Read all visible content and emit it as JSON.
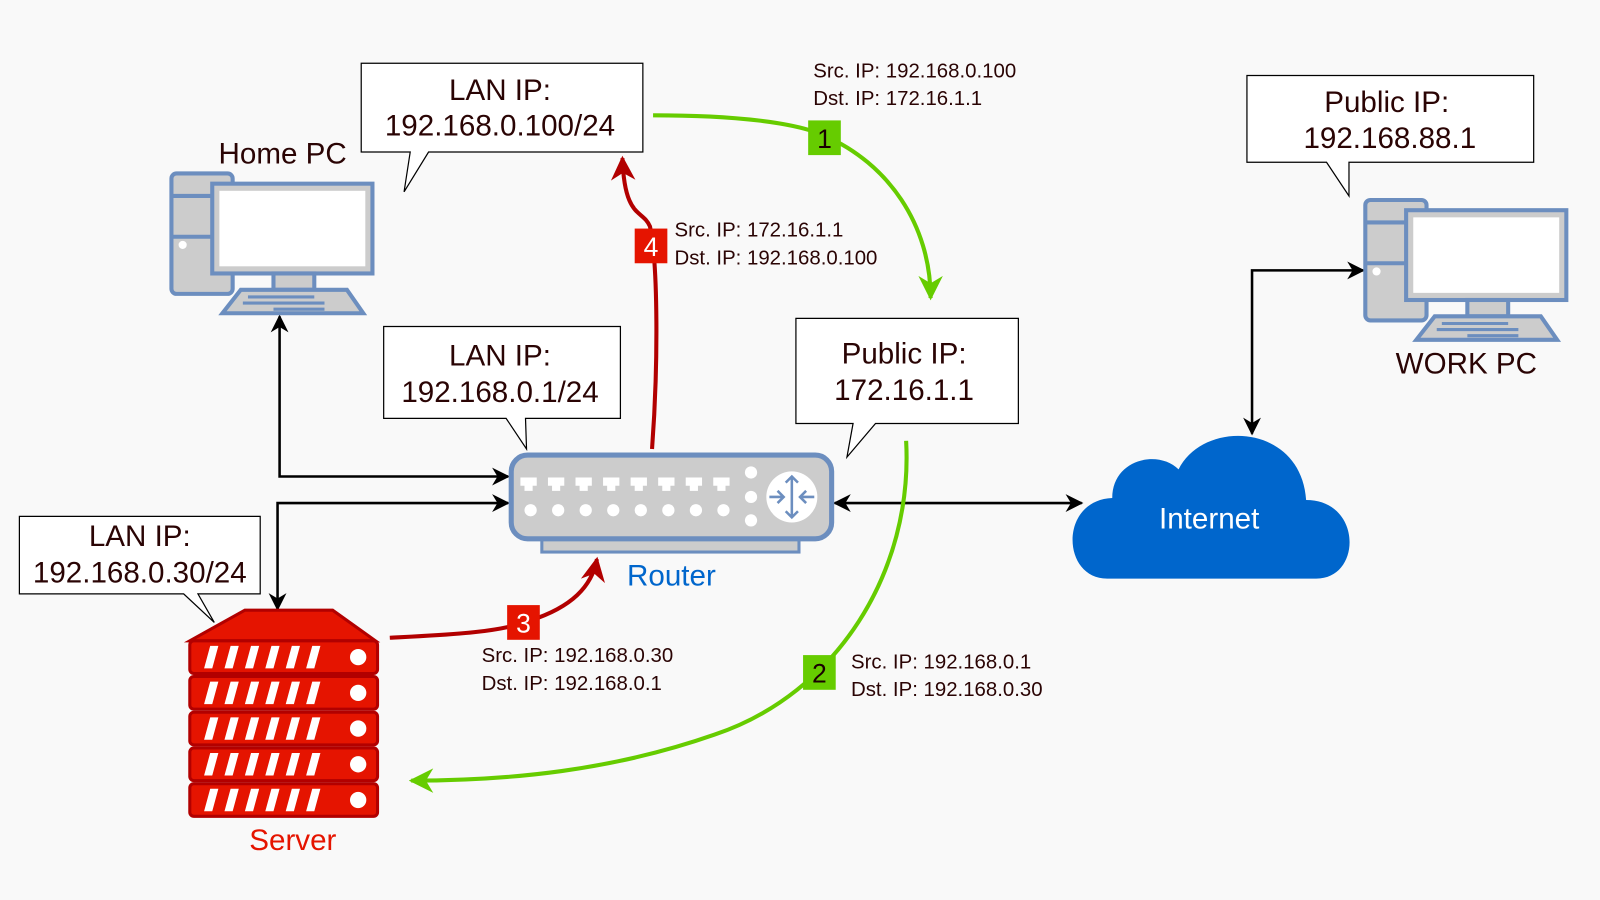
{
  "nodes": {
    "home_pc": {
      "label": "Home PC",
      "callout": [
        "LAN IP:",
        "192.168.0.100/24"
      ]
    },
    "router": {
      "label": "Router",
      "callout": [
        "LAN IP:",
        "192.168.0.1/24"
      ],
      "public_callout": [
        "Public IP:",
        "172.16.1.1"
      ]
    },
    "server": {
      "label": "Server",
      "callout": [
        "LAN IP:",
        "192.168.0.30/24"
      ]
    },
    "work_pc": {
      "label": "WORK PC",
      "callout": [
        "Public IP:",
        "192.168.88.1"
      ]
    },
    "internet": {
      "label": "Internet"
    }
  },
  "steps": [
    {
      "number": "1",
      "color": "#66cc00",
      "src": "Src. IP: 192.168.0.100",
      "dst": "Dst. IP: 172.16.1.1"
    },
    {
      "number": "2",
      "color": "#66cc00",
      "src": "Src. IP: 192.168.0.1",
      "dst": "Dst. IP: 192.168.0.30"
    },
    {
      "number": "3",
      "color": "#e51400",
      "src": "Src. IP: 192.168.0.30",
      "dst": "Dst. IP: 192.168.0.1"
    },
    {
      "number": "4",
      "color": "#e51400",
      "src": "Src. IP: 172.16.1.1",
      "dst": "Dst. IP: 192.168.0.100"
    }
  ],
  "colors": {
    "router_label": "#0066cc",
    "server_label": "#e51400",
    "internet_cloud": "#0066cc",
    "green_flow": "#66cc00",
    "red_flow": "#b20000",
    "device_outline": "#6c8ebf"
  }
}
